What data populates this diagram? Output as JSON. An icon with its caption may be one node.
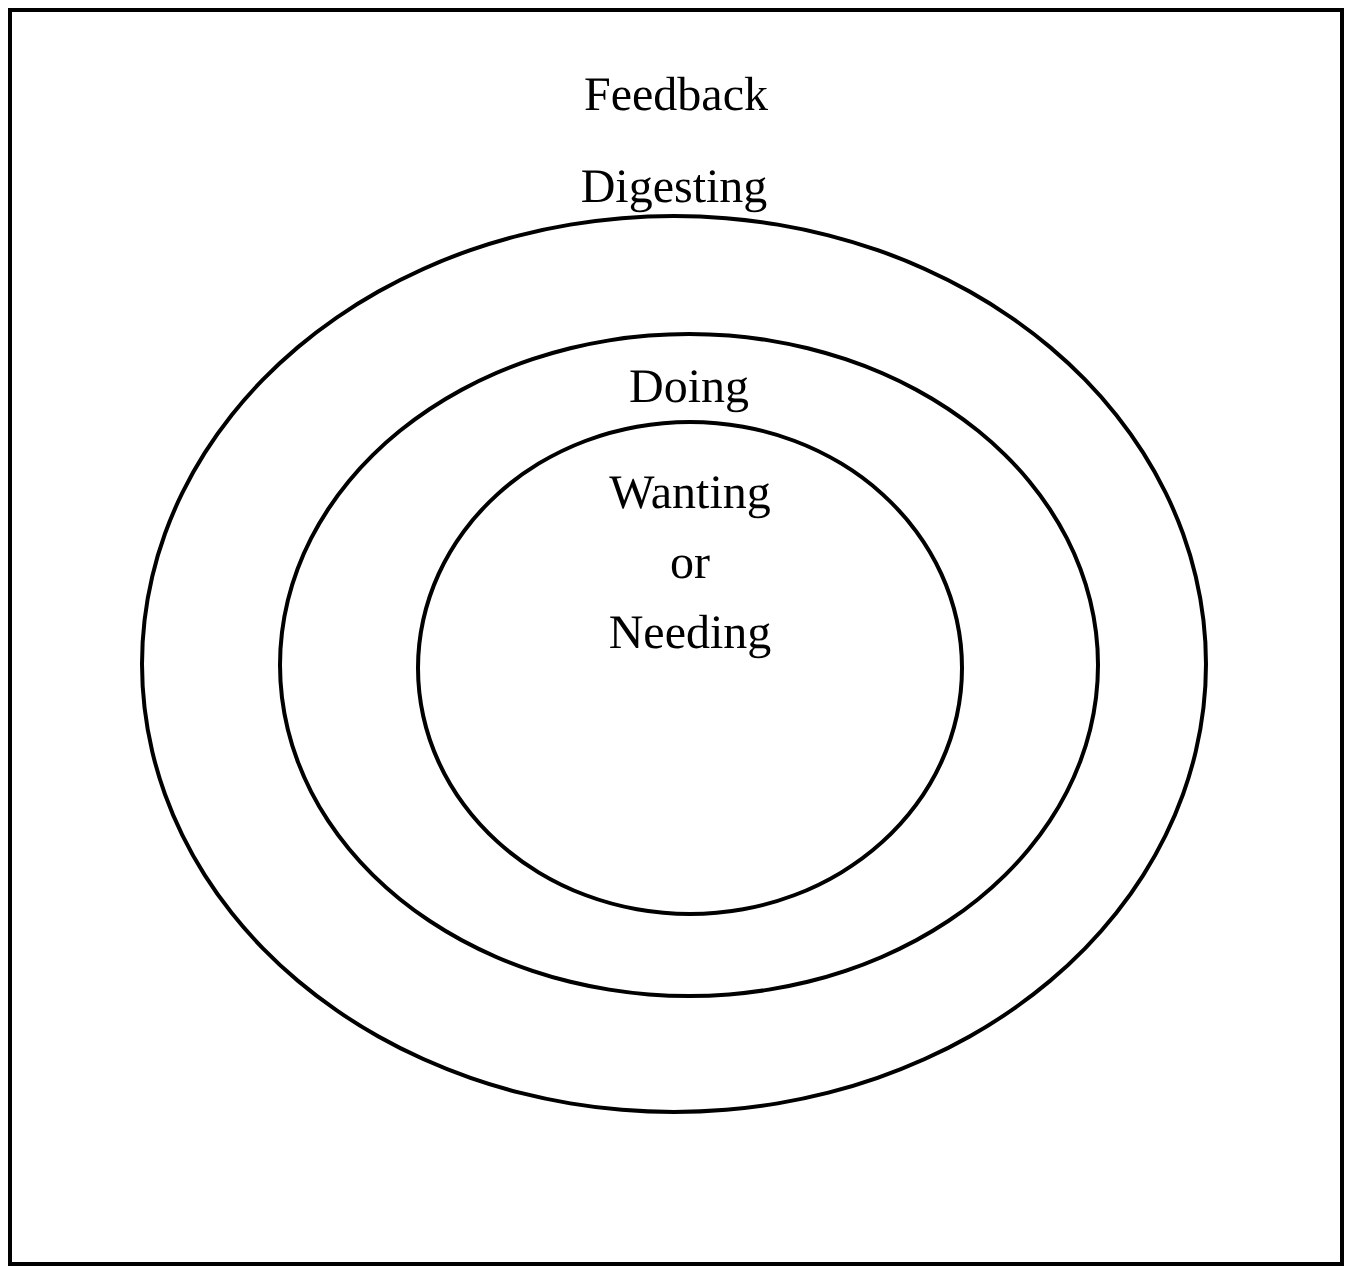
{
  "diagram": {
    "nodes": [
      {
        "text": [
          "Feedback"
        ]
      },
      {
        "text": [
          "Digesting"
        ],
        "in": 0
      },
      {
        "text": [
          "Doing"
        ],
        "in": 1
      },
      {
        "text": [
          "Wanting or Needing"
        ],
        "in": 2
      }
    ]
  }
}
